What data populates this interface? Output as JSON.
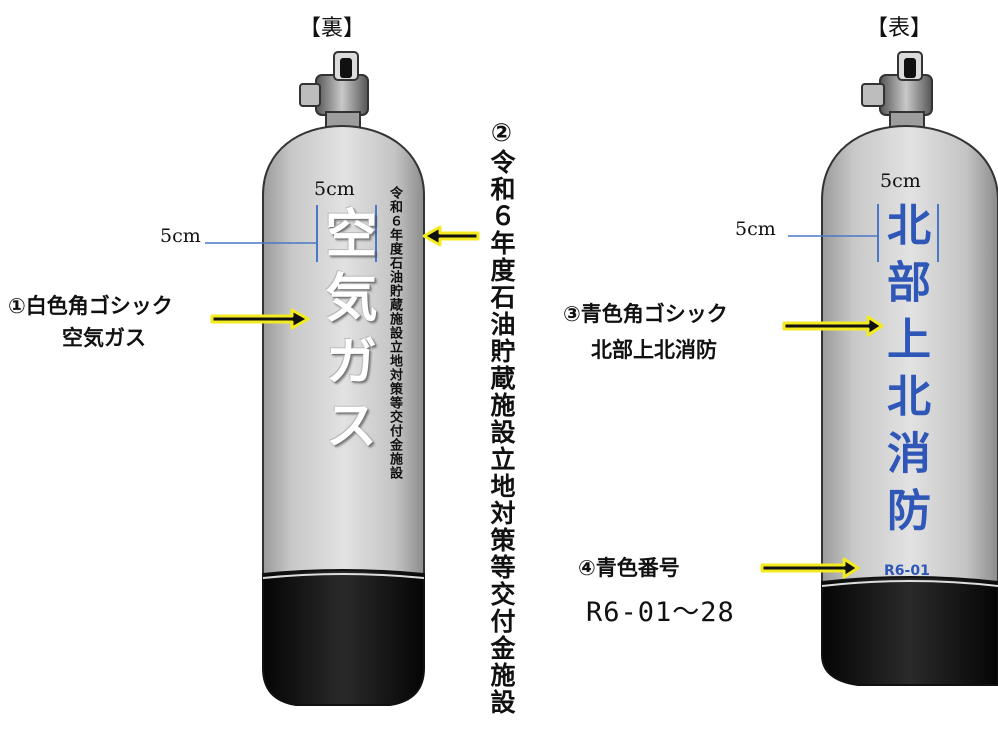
{
  "back_label": "【裏】",
  "front_label": "【表】",
  "back_cylinder": {
    "dim_top": "5cm",
    "dim_left": "5cm",
    "main_text": "空気ガス",
    "side_text": "令和６年度石油貯蔵施設立地対策等交付金施設"
  },
  "front_cylinder": {
    "dim_top": "5cm",
    "dim_left": "5cm",
    "main_text": "北部上北消防",
    "serial": "R6-01"
  },
  "callouts": {
    "c1_line1": "①白色角ゴシック",
    "c1_line2": "空気ガス",
    "c2_vertical": "②令和６年度石油貯蔵施設立地対策等交付金施設",
    "c3_line1": "③青色角ゴシック",
    "c3_line2": "北部上北消防",
    "c4_line1": "④青色番号",
    "c4_line2": "R6-01～28"
  },
  "colors": {
    "cylinder_body": "#c9c9c9",
    "cylinder_base": "#141414",
    "arrow_fill": "#111111",
    "arrow_glow": "#f3ea1f",
    "blue_text": "#2f57b8",
    "guide_line": "#4a78c8"
  }
}
